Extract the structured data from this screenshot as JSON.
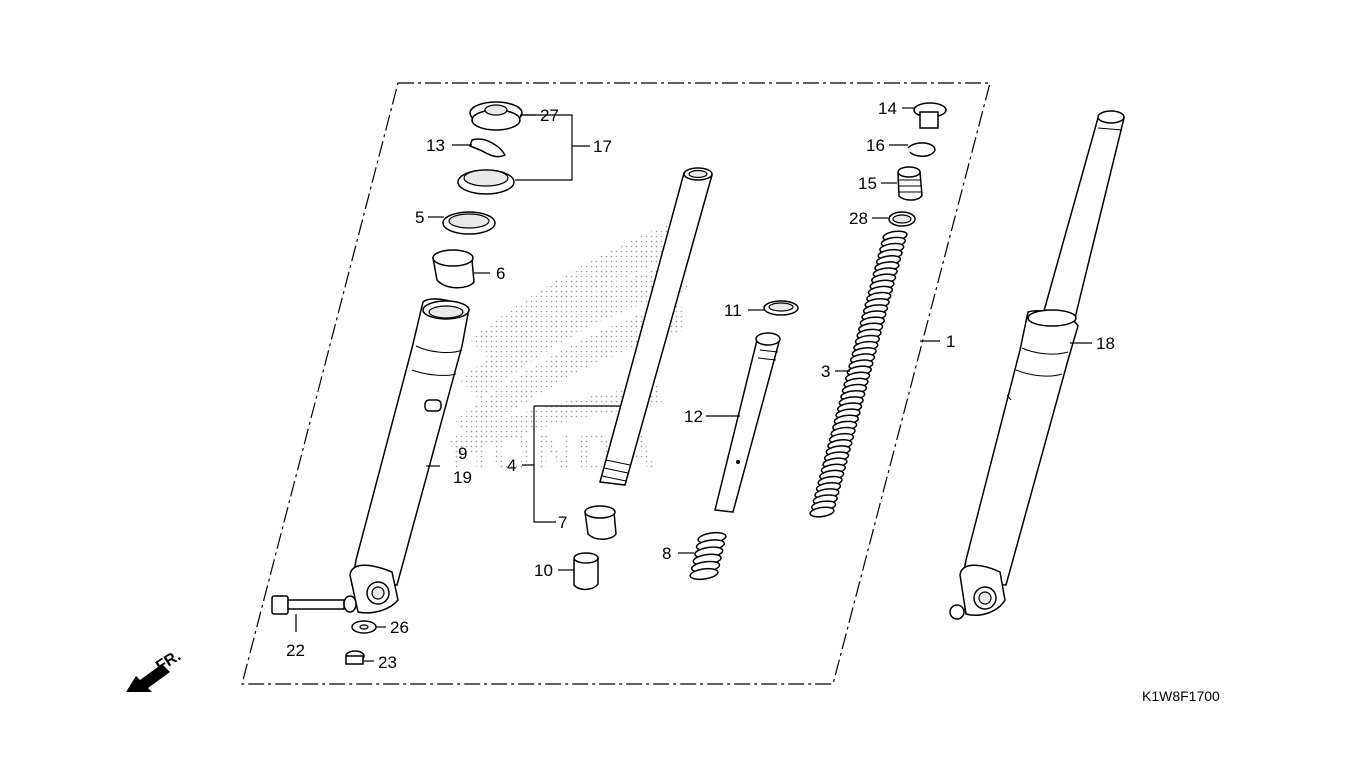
{
  "diagram": {
    "figure_code": "K1W8F1700",
    "direction_label": "FR.",
    "logo_text": "HONDA",
    "callouts": [
      "1",
      "3",
      "4",
      "5",
      "6",
      "7",
      "8",
      "9",
      "10",
      "11",
      "12",
      "13",
      "14",
      "15",
      "16",
      "17",
      "18",
      "19",
      "22",
      "23",
      "26",
      "27",
      "28"
    ]
  }
}
